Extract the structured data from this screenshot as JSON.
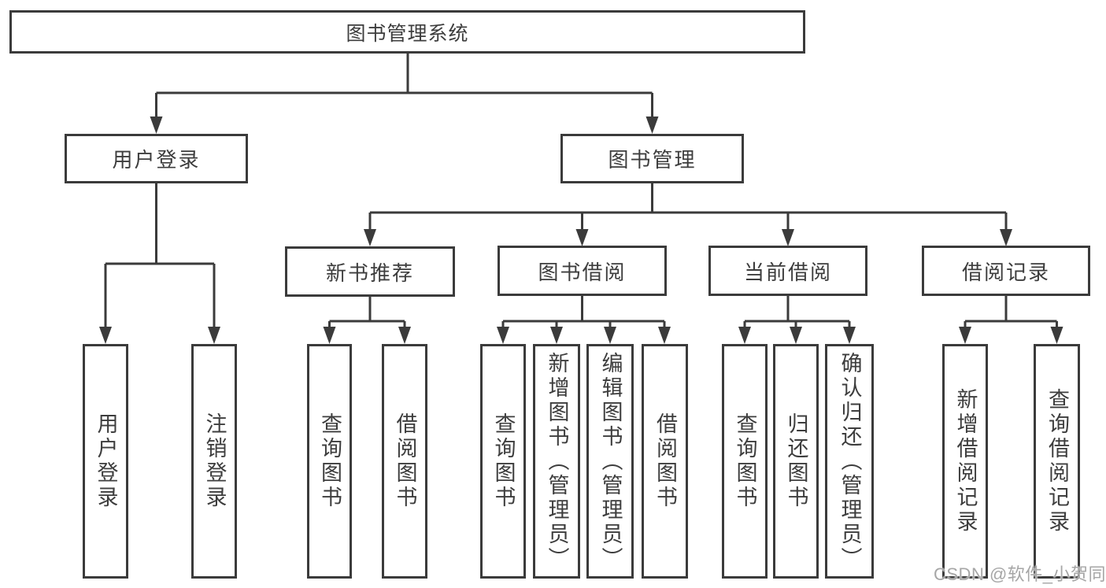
{
  "diagram": {
    "root": {
      "label": "图书管理系统"
    },
    "branches": [
      {
        "label": "用户登录",
        "children": [
          {
            "label": "用户登录"
          },
          {
            "label": "注销登录"
          }
        ]
      },
      {
        "label": "图书管理",
        "children": [
          {
            "label": "新书推荐",
            "children": [
              {
                "label": "查询图书"
              },
              {
                "label": "借阅图书"
              }
            ]
          },
          {
            "label": "图书借阅",
            "children": [
              {
                "label": "查询图书"
              },
              {
                "label": "新增图书（管理员）"
              },
              {
                "label": "编辑图书（管理员）"
              },
              {
                "label": "借阅图书"
              }
            ]
          },
          {
            "label": "当前借阅",
            "children": [
              {
                "label": "查询图书"
              },
              {
                "label": "归还图书"
              },
              {
                "label": "确认归还（管理员）"
              }
            ]
          },
          {
            "label": "借阅记录",
            "children": [
              {
                "label": "新增借阅记录"
              },
              {
                "label": "查询借阅记录"
              }
            ]
          }
        ]
      }
    ]
  },
  "watermark": {
    "text": "CSDN @软件_小贺同学",
    "color": "#a6a6a6"
  },
  "colors": {
    "line": "#3b3b3b",
    "text": "#3d3d3d",
    "background": "#ffffff"
  }
}
